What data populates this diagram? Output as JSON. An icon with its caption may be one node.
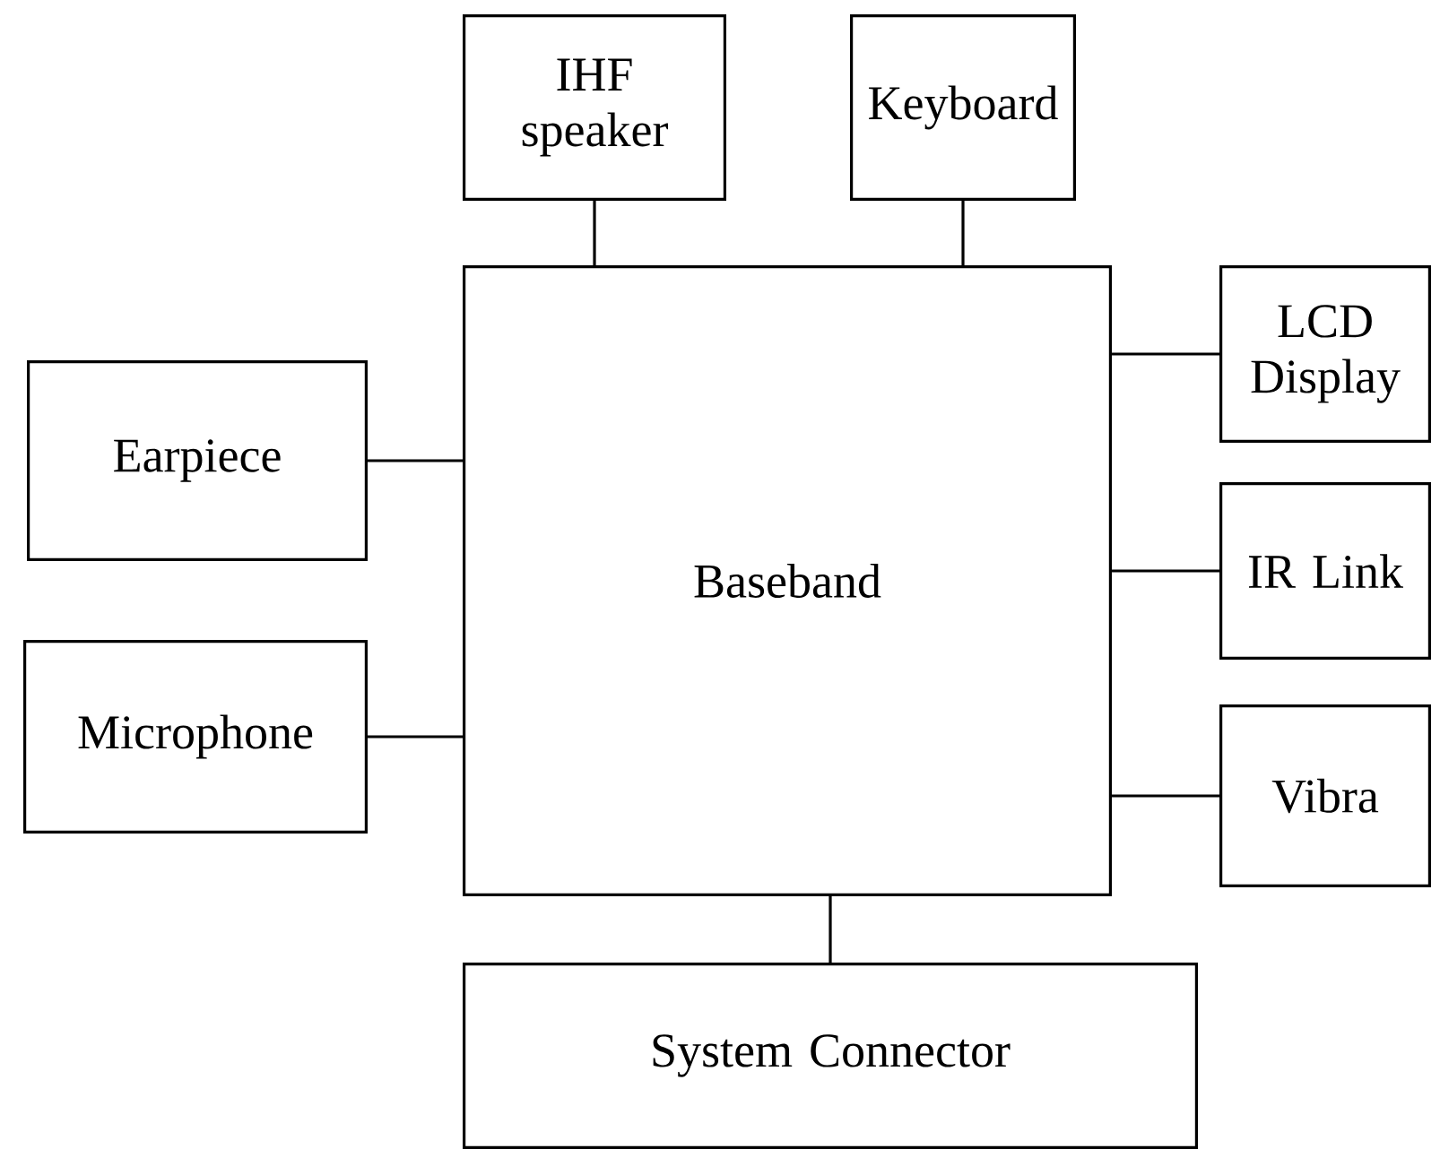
{
  "diagram": {
    "nodes": [
      {
        "text": [
          "IHF speaker"
        ]
      },
      {
        "text": [
          "Keyboard"
        ]
      },
      {
        "text": [
          "Earpiece"
        ]
      },
      {
        "text": [
          "Baseband"
        ]
      },
      {
        "text": [
          "LCD Display"
        ]
      },
      {
        "text": [
          "Microphone"
        ]
      },
      {
        "text": [
          "IR Link"
        ]
      },
      {
        "text": [
          "Vibra"
        ]
      },
      {
        "text": [
          "System Connector"
        ]
      }
    ],
    "edges": [
      {
        "from": 3,
        "to": 0,
        "arrow": "none"
      },
      {
        "from": 3,
        "to": 1,
        "arrow": "none"
      },
      {
        "from": 3,
        "to": 2,
        "arrow": "none"
      },
      {
        "from": 3,
        "to": 4,
        "arrow": "none"
      },
      {
        "from": 3,
        "to": 5,
        "arrow": "none"
      },
      {
        "from": 3,
        "to": 6,
        "arrow": "none"
      },
      {
        "from": 3,
        "to": 7,
        "arrow": "none"
      },
      {
        "from": 3,
        "to": 8,
        "arrow": "none"
      }
    ]
  }
}
